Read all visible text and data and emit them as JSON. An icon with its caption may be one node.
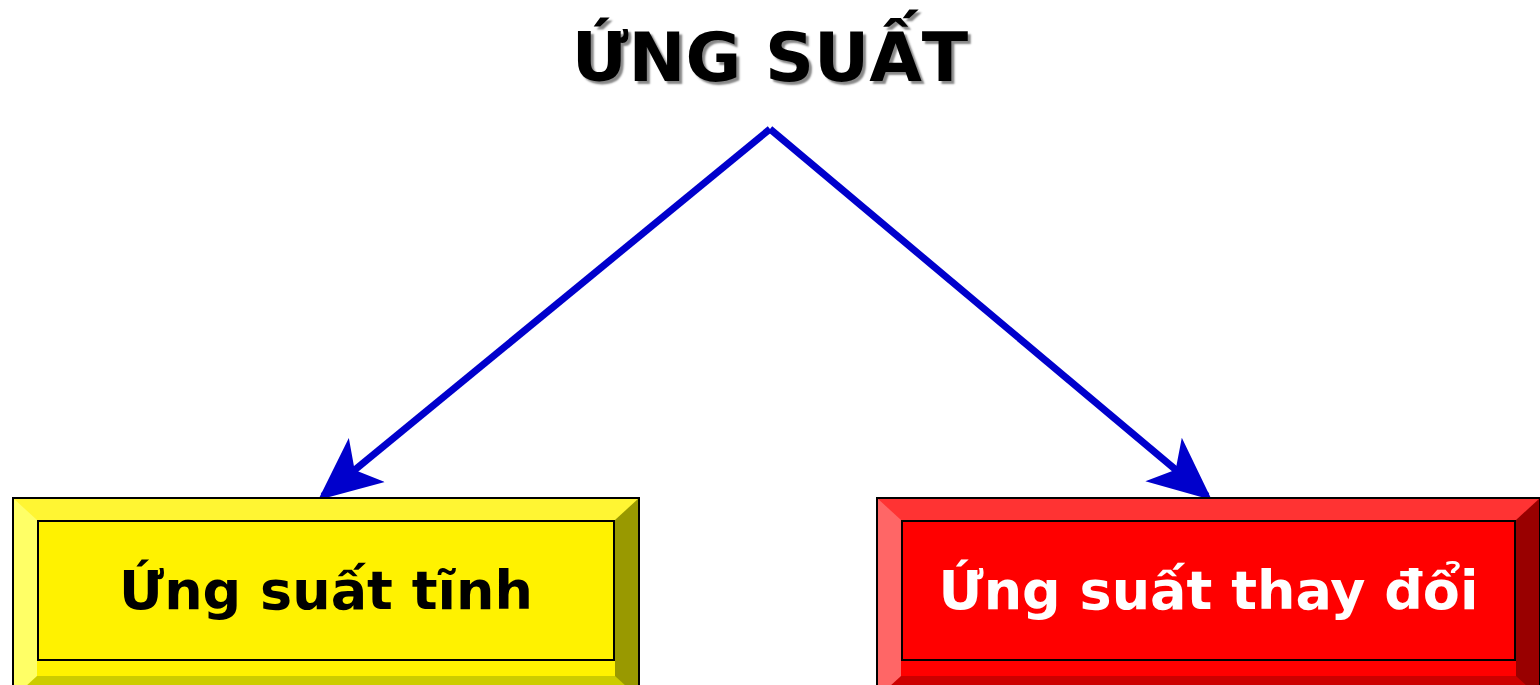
{
  "diagram": {
    "nodes": [
      {
        "text": [
          "ỨNG SUẤT"
        ]
      },
      {
        "text": [
          "Ứng suất tĩnh"
        ]
      },
      {
        "text": [
          "Ứng suất thay đổi"
        ]
      }
    ],
    "edges": [
      {
        "from": 0,
        "to": 1,
        "arrow": "to"
      },
      {
        "from": 0,
        "to": 2,
        "arrow": "to"
      }
    ]
  }
}
